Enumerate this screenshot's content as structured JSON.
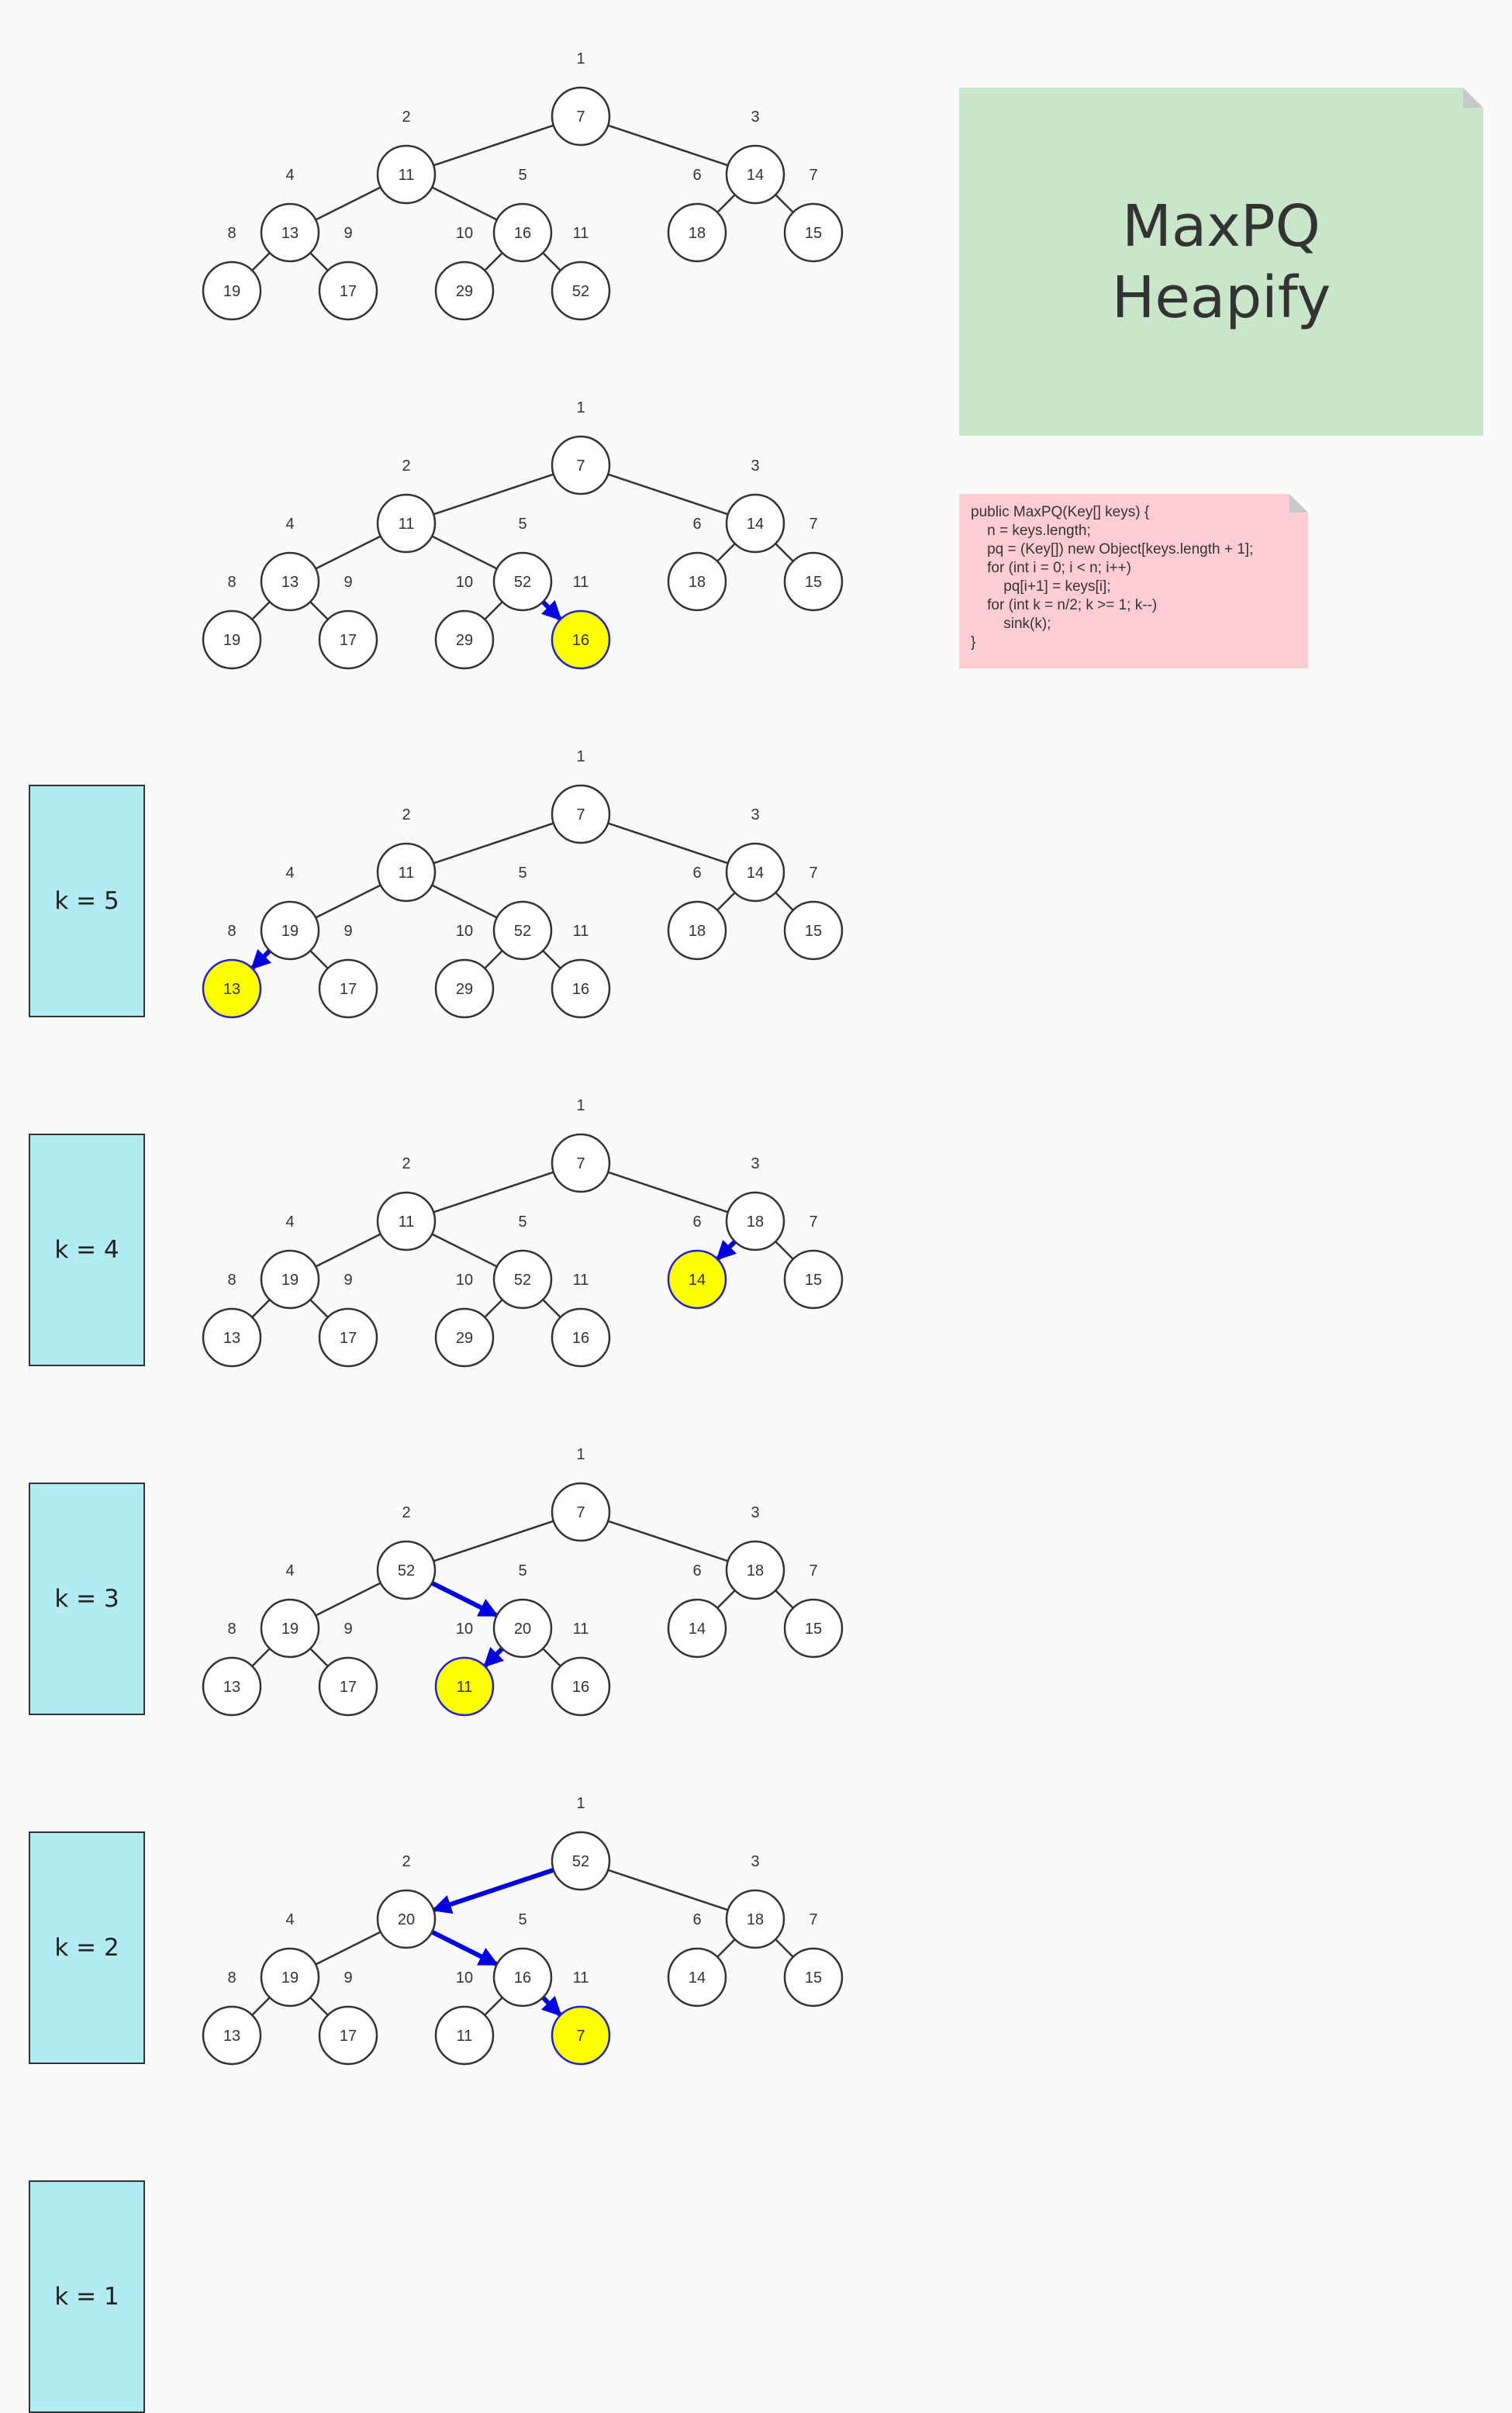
{
  "title": [
    "MaxPQ",
    "Heapify"
  ],
  "code": [
    "public MaxPQ(Key[] keys) {",
    "    n = keys.length;",
    "    pq = (Key[]) new Object[keys.length + 1];",
    "    for (int i = 0; i < n; i++)",
    "        pq[i+1] = keys[i];",
    "    for (int k = n/2; k >= 1; k--)",
    "        sink(k);",
    "}"
  ],
  "colors": {
    "title_note": "#c8e6c9",
    "code_note": "#ffcdd2",
    "k_box": "#b2ebf2",
    "highlight": "#ffff00",
    "arrow": "#0000e0",
    "edge": "#333333"
  },
  "steps": [
    {
      "label": "",
      "nodes": [
        7,
        11,
        14,
        13,
        16,
        18,
        15,
        19,
        17,
        29,
        52
      ],
      "highlight": [],
      "arrows": []
    },
    {
      "label": "k = 5",
      "nodes": [
        7,
        11,
        14,
        13,
        52,
        18,
        15,
        19,
        17,
        29,
        16
      ],
      "highlight": [
        11
      ],
      "arrows": [
        [
          5,
          11
        ]
      ]
    },
    {
      "label": "k = 4",
      "nodes": [
        7,
        11,
        14,
        19,
        52,
        18,
        15,
        13,
        17,
        29,
        16
      ],
      "highlight": [
        8
      ],
      "arrows": [
        [
          4,
          8
        ]
      ]
    },
    {
      "label": "k = 3",
      "nodes": [
        7,
        11,
        18,
        19,
        52,
        14,
        15,
        13,
        17,
        29,
        16
      ],
      "highlight": [
        6
      ],
      "arrows": [
        [
          3,
          6
        ]
      ]
    },
    {
      "label": "k = 2",
      "nodes": [
        7,
        52,
        18,
        19,
        20,
        14,
        15,
        13,
        17,
        11,
        16
      ],
      "highlight": [
        10
      ],
      "arrows": [
        [
          2,
          5
        ],
        [
          5,
          10
        ]
      ]
    },
    {
      "label": "k = 1",
      "nodes": [
        52,
        20,
        18,
        19,
        16,
        14,
        15,
        13,
        17,
        11,
        7
      ],
      "highlight": [
        11
      ],
      "arrows": [
        [
          1,
          2
        ],
        [
          2,
          5
        ],
        [
          5,
          11
        ]
      ]
    }
  ]
}
